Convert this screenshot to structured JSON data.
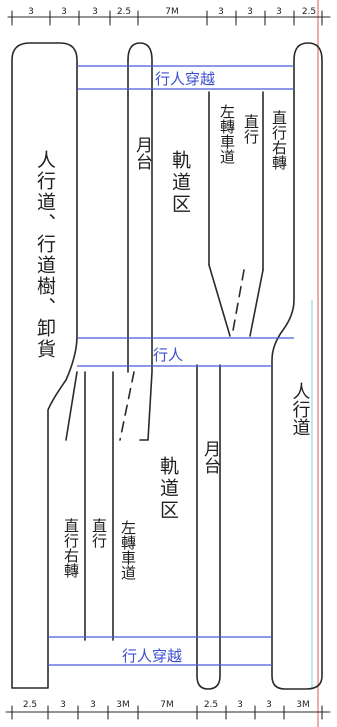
{
  "dimensions_top": [
    "3",
    "3",
    "3",
    "2.5",
    "7M",
    "3",
    "3",
    "3",
    "2.5"
  ],
  "dimensions_bottom": [
    "2.5",
    "3",
    "3",
    "3M",
    "7M",
    "2.5",
    "3",
    "3",
    "3M"
  ],
  "crossings": {
    "top": "行人穿越",
    "middle": "行人",
    "bottom": "行人穿越"
  },
  "zones": {
    "sidewalk_left": "人行道、行道樹、卸貨",
    "sidewalk_right": "人行道",
    "platform_upper": "月台",
    "platform_lower": "月台",
    "track_upper": "軌道区",
    "track_lower": "軌道区"
  },
  "lanes_upper": {
    "left_turn": "左轉車道",
    "straight": "直行",
    "straight_right": "直行右轉"
  },
  "lanes_lower": {
    "straight_right": "直行右轉",
    "straight": "直行",
    "left_turn": "左轉車道"
  },
  "colors": {
    "ink": "#2a2a2a",
    "crossing_blue": "#4a5bd8",
    "margin_red": "#e05a5a",
    "margin_cyan": "#7fd6d8"
  }
}
